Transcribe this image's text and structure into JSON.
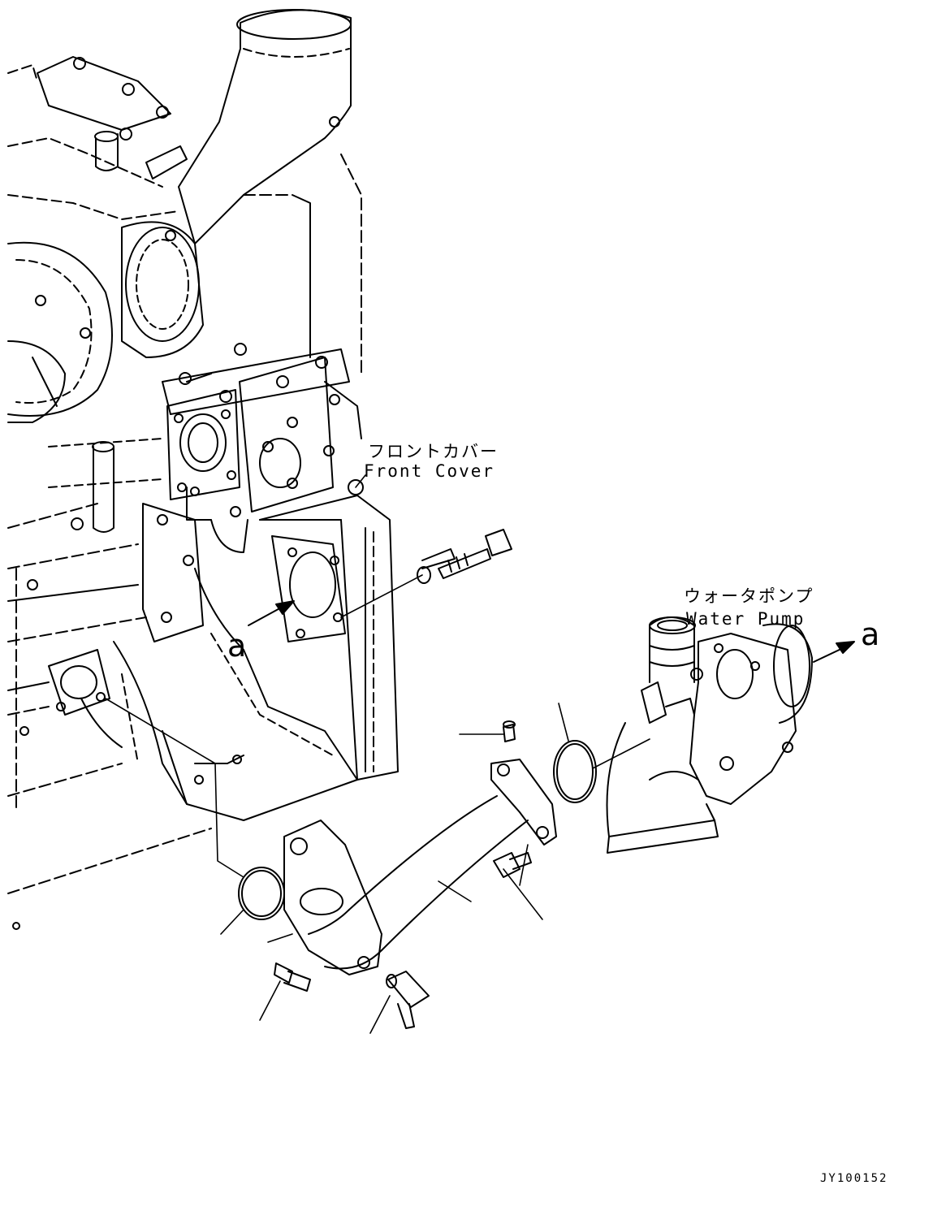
{
  "labels": {
    "front_cover_jp": "フロントカバー",
    "front_cover_en": "Front Cover",
    "water_pump_jp": "ウォータポンプ",
    "water_pump_en": "Water Pump"
  },
  "view_refs": {
    "left": "a",
    "right": "a"
  },
  "drawing_code": "JY100152",
  "colors": {
    "ink": "#000000",
    "paper": "#ffffff"
  }
}
